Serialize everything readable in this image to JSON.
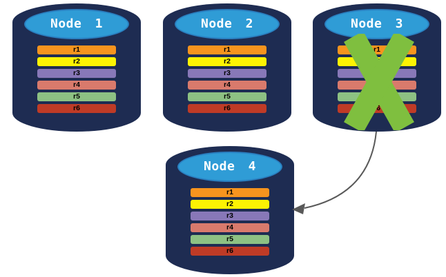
{
  "colors": {
    "background": "#ffffff",
    "cylinder_body": "#1e2c52",
    "cylinder_top_face": "#2f9cd6",
    "cylinder_top_border": "#2a7fc0",
    "node_label_text": "#ffffff",
    "bar_label_text": "#000000",
    "failure_cross": "#7fbf3f",
    "arrow": "#595959"
  },
  "nodes": [
    {
      "label": "Node 1",
      "failed": false,
      "bars": [
        {
          "label": "r1",
          "color": "#f7941e"
        },
        {
          "label": "r2",
          "color": "#fdf303"
        },
        {
          "label": "r3",
          "color": "#8878b8"
        },
        {
          "label": "r4",
          "color": "#d97a6c"
        },
        {
          "label": "r5",
          "color": "#8dc183"
        },
        {
          "label": "r6",
          "color": "#bf3b26"
        }
      ]
    },
    {
      "label": "Node 2",
      "failed": false,
      "bars": [
        {
          "label": "r1",
          "color": "#f7941e"
        },
        {
          "label": "r2",
          "color": "#fdf303"
        },
        {
          "label": "r3",
          "color": "#8878b8"
        },
        {
          "label": "r4",
          "color": "#d97a6c"
        },
        {
          "label": "r5",
          "color": "#8dc183"
        },
        {
          "label": "r6",
          "color": "#bf3b26"
        }
      ]
    },
    {
      "label": "Node 3",
      "failed": true,
      "bars": [
        {
          "label": "r1",
          "color": "#f7941e"
        },
        {
          "label": "r2",
          "color": "#fdf303"
        },
        {
          "label": "r3",
          "color": "#8878b8"
        },
        {
          "label": "r4",
          "color": "#d97a6c"
        },
        {
          "label": "r5",
          "color": "#8dc183"
        },
        {
          "label": "r6",
          "color": "#bf3b26"
        }
      ]
    },
    {
      "label": "Node 4",
      "failed": false,
      "bars": [
        {
          "label": "r1",
          "color": "#f7941e"
        },
        {
          "label": "r2",
          "color": "#fdf303"
        },
        {
          "label": "r3",
          "color": "#8878b8"
        },
        {
          "label": "r4",
          "color": "#d97a6c"
        },
        {
          "label": "r5",
          "color": "#8dc183"
        },
        {
          "label": "r6",
          "color": "#bf3b26"
        }
      ]
    }
  ],
  "failure_cross": {
    "on_node": "Node 3",
    "color": "#7fbf3f"
  },
  "arrow": {
    "from_node": "Node 3",
    "to_node": "Node 4",
    "color": "#595959"
  }
}
